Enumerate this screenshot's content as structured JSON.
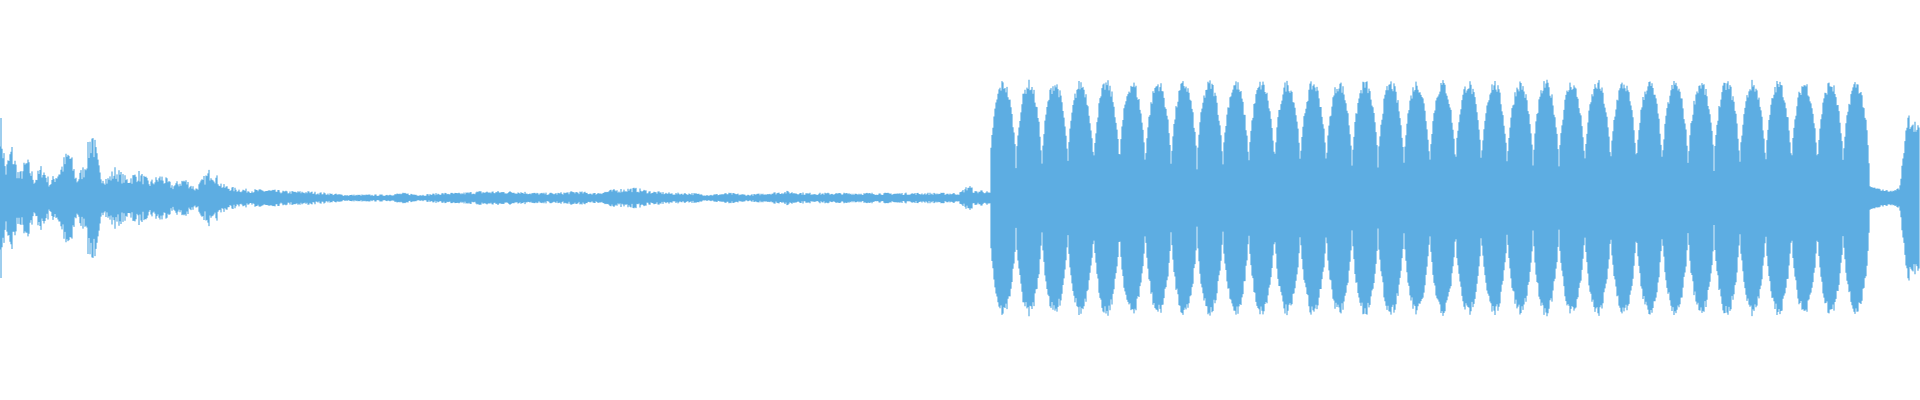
{
  "waveform": {
    "color": "#5dade2",
    "background": "#ffffff",
    "amplitude_envelope": [
      [
        0.0,
        0.52
      ],
      [
        0.003,
        0.18
      ],
      [
        0.006,
        0.32
      ],
      [
        0.01,
        0.14
      ],
      [
        0.014,
        0.24
      ],
      [
        0.018,
        0.12
      ],
      [
        0.022,
        0.2
      ],
      [
        0.026,
        0.1
      ],
      [
        0.031,
        0.18
      ],
      [
        0.036,
        0.3
      ],
      [
        0.04,
        0.12
      ],
      [
        0.044,
        0.2
      ],
      [
        0.048,
        0.44
      ],
      [
        0.052,
        0.16
      ],
      [
        0.056,
        0.12
      ],
      [
        0.06,
        0.18
      ],
      [
        0.066,
        0.12
      ],
      [
        0.072,
        0.16
      ],
      [
        0.078,
        0.1
      ],
      [
        0.084,
        0.14
      ],
      [
        0.09,
        0.08
      ],
      [
        0.096,
        0.12
      ],
      [
        0.102,
        0.06
      ],
      [
        0.11,
        0.18
      ],
      [
        0.116,
        0.08
      ],
      [
        0.122,
        0.06
      ],
      [
        0.13,
        0.05
      ],
      [
        0.14,
        0.05
      ],
      [
        0.15,
        0.04
      ],
      [
        0.16,
        0.04
      ],
      [
        0.17,
        0.03
      ],
      [
        0.18,
        0.02
      ],
      [
        0.19,
        0.02
      ],
      [
        0.2,
        0.02
      ],
      [
        0.21,
        0.03
      ],
      [
        0.22,
        0.02
      ],
      [
        0.23,
        0.03
      ],
      [
        0.24,
        0.03
      ],
      [
        0.25,
        0.04
      ],
      [
        0.26,
        0.04
      ],
      [
        0.27,
        0.04
      ],
      [
        0.28,
        0.03
      ],
      [
        0.29,
        0.03
      ],
      [
        0.3,
        0.04
      ],
      [
        0.31,
        0.03
      ],
      [
        0.32,
        0.05
      ],
      [
        0.33,
        0.06
      ],
      [
        0.34,
        0.04
      ],
      [
        0.35,
        0.03
      ],
      [
        0.36,
        0.03
      ],
      [
        0.37,
        0.02
      ],
      [
        0.38,
        0.03
      ],
      [
        0.39,
        0.02
      ],
      [
        0.4,
        0.03
      ],
      [
        0.41,
        0.04
      ],
      [
        0.42,
        0.03
      ],
      [
        0.43,
        0.03
      ],
      [
        0.44,
        0.03
      ],
      [
        0.45,
        0.03
      ],
      [
        0.46,
        0.03
      ],
      [
        0.47,
        0.03
      ],
      [
        0.48,
        0.03
      ],
      [
        0.49,
        0.03
      ],
      [
        0.5,
        0.03
      ],
      [
        0.505,
        0.08
      ],
      [
        0.508,
        0.04
      ],
      [
        0.512,
        0.05
      ],
      [
        0.516,
        0.03
      ]
    ],
    "loud_section": {
      "start": 0.516,
      "end": 0.974,
      "burst_count": 34,
      "peak_amplitude": 0.66,
      "trough_amplitude": 0.16
    },
    "tail": [
      [
        0.974,
        0.07
      ],
      [
        0.98,
        0.05
      ],
      [
        0.986,
        0.04
      ],
      [
        0.99,
        0.06
      ],
      [
        0.994,
        0.5
      ],
      [
        1.0,
        0.4
      ]
    ]
  }
}
